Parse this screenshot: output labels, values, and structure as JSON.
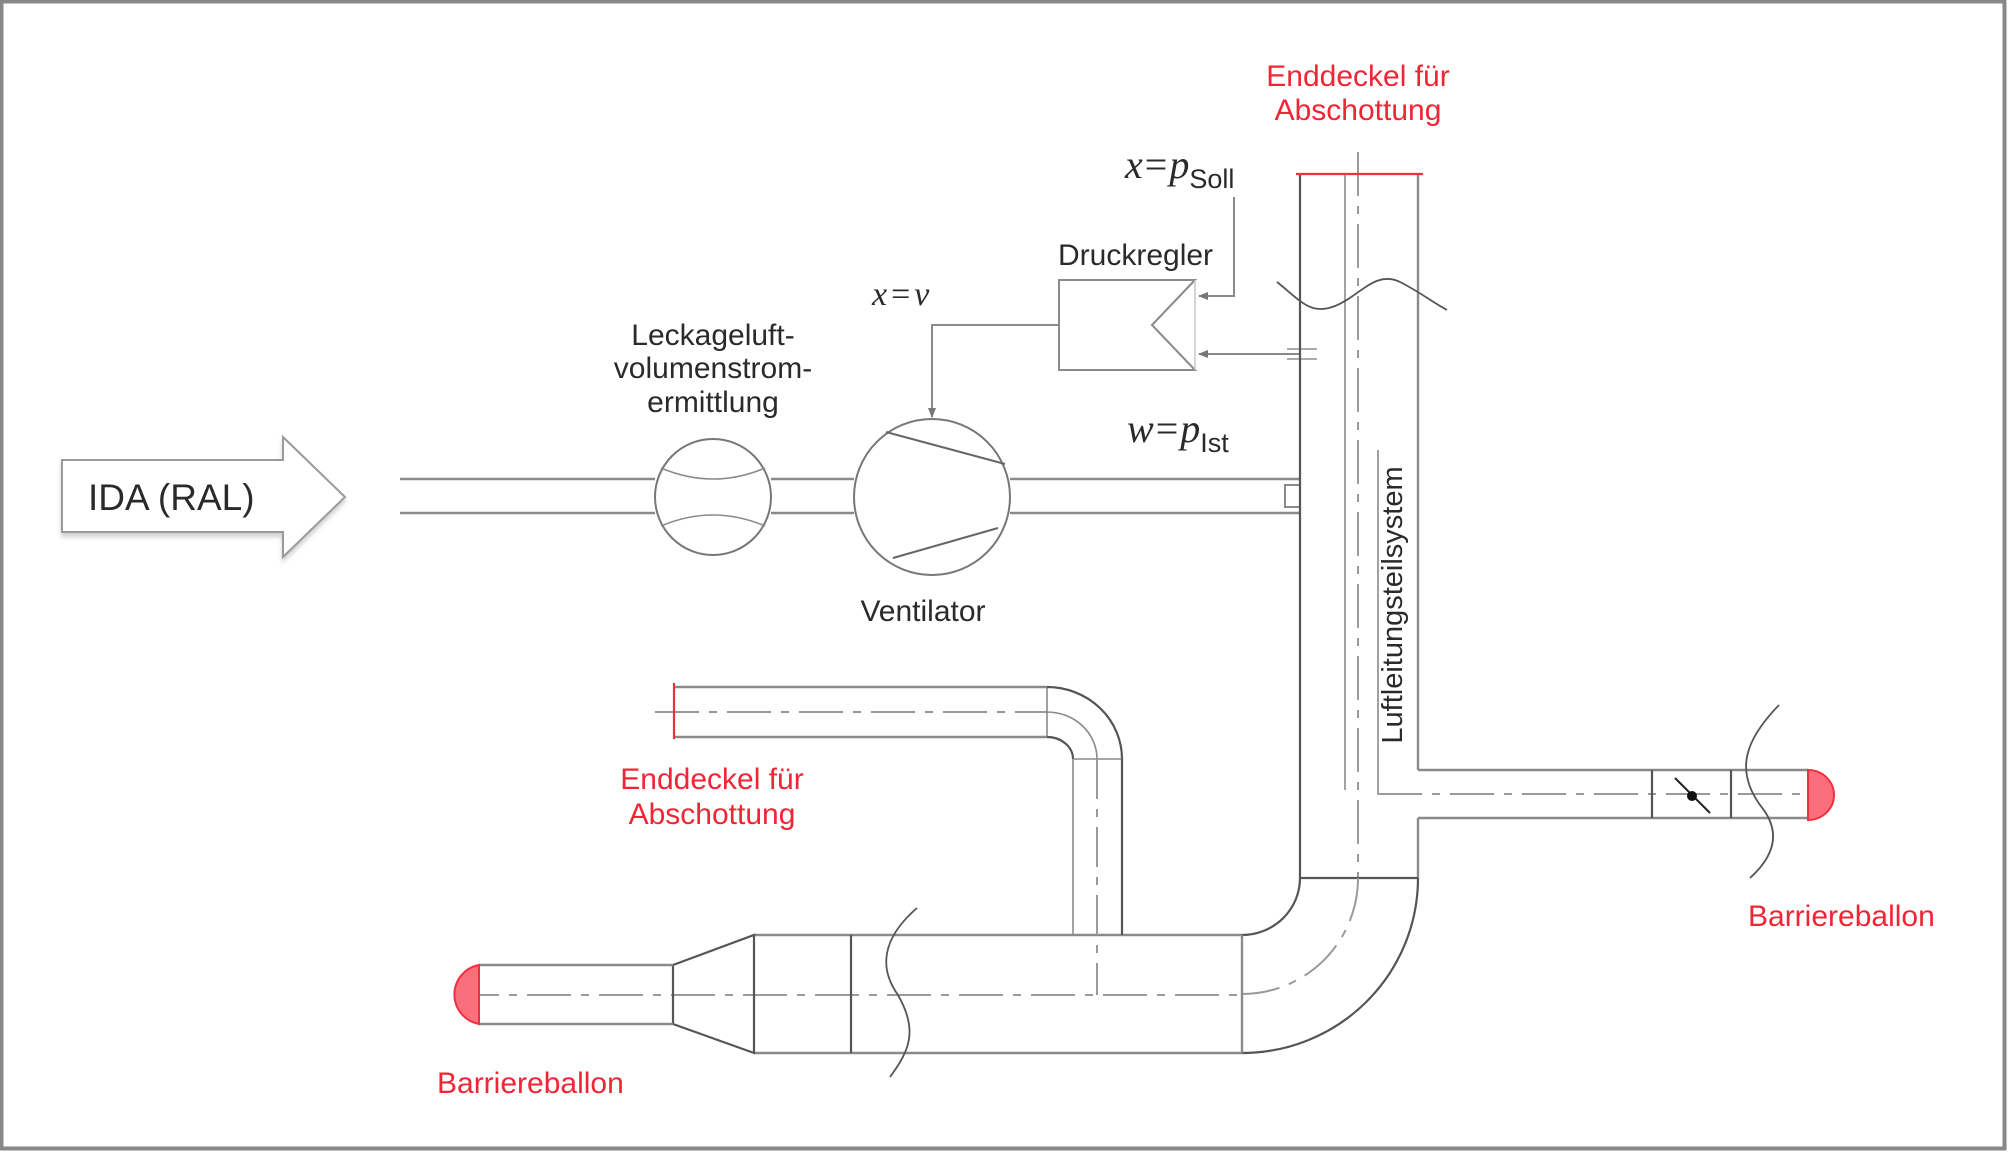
{
  "diagram": {
    "inlet_arrow": {
      "label": "IDA (RAL)"
    },
    "leakage_meter": {
      "label_lines": [
        "Leckageluft-",
        "volumenstrom-",
        "ermittlung"
      ]
    },
    "fan": {
      "label": "Ventilator",
      "control_signal": {
        "var": "x",
        "eq": "=",
        "value": "ν"
      }
    },
    "pressure_controller": {
      "label": "Druckregler",
      "setpoint": {
        "var": "x",
        "eq": "=",
        "symbol": "p",
        "subscript": "Soll"
      },
      "actual": {
        "var": "w",
        "eq": "=",
        "symbol": "p",
        "subscript": "Ist"
      }
    },
    "duct_system": {
      "label": "Luftleitungsteilsystem"
    },
    "end_cap_top": {
      "label_lines": [
        "Enddeckel für",
        "Abschottung"
      ]
    },
    "end_cap_middle": {
      "label_lines": [
        "Enddeckel für",
        "Abschottung"
      ]
    },
    "balloon_right": {
      "label": "Barriereballon"
    },
    "balloon_left": {
      "label": "Barriereballon"
    },
    "colors": {
      "line": "#8a8a8a",
      "text": "#2a2a2a",
      "highlight_red": "#f02535",
      "balloon_fill": "#fb6f7c",
      "frame": "#888888"
    }
  }
}
